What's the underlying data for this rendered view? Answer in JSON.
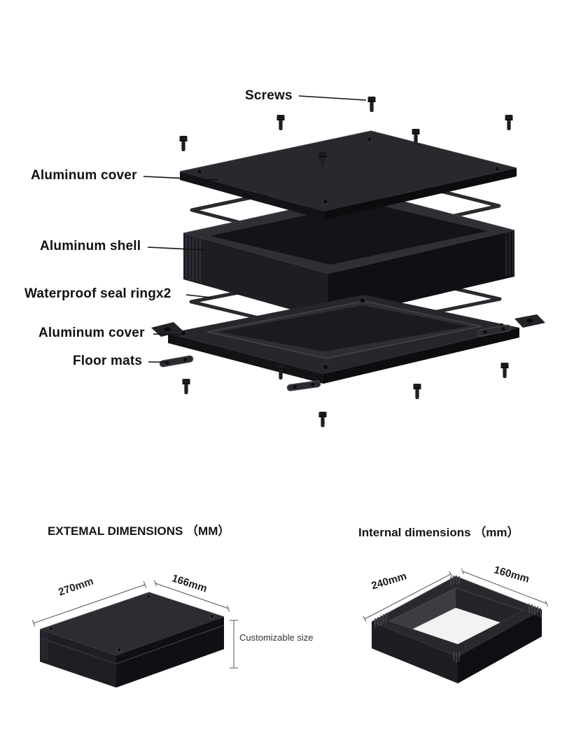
{
  "exploded_view": {
    "labels": [
      {
        "id": "screws",
        "text": "Screws"
      },
      {
        "id": "aluminum-cover-top",
        "text": "Aluminum cover"
      },
      {
        "id": "aluminum-shell",
        "text": "Aluminum shell"
      },
      {
        "id": "waterproof-seal-ring",
        "text": "Waterproof seal ringx2"
      },
      {
        "id": "aluminum-cover-bottom",
        "text": "Aluminum cover"
      },
      {
        "id": "floor-mats",
        "text": "Floor mats"
      }
    ]
  },
  "external_dimensions": {
    "title": "EXTEMAL DIMENSIONS （MM）",
    "length": "270mm",
    "width": "166mm",
    "height_note": "Customizable size"
  },
  "internal_dimensions": {
    "title": "Internal dimensions （mm）",
    "length": "240mm",
    "width": "160mm"
  },
  "colors": {
    "background": "#ffffff",
    "product_black": "#1c1c1f",
    "label_text": "#111111",
    "dimension_line": "#555555"
  }
}
